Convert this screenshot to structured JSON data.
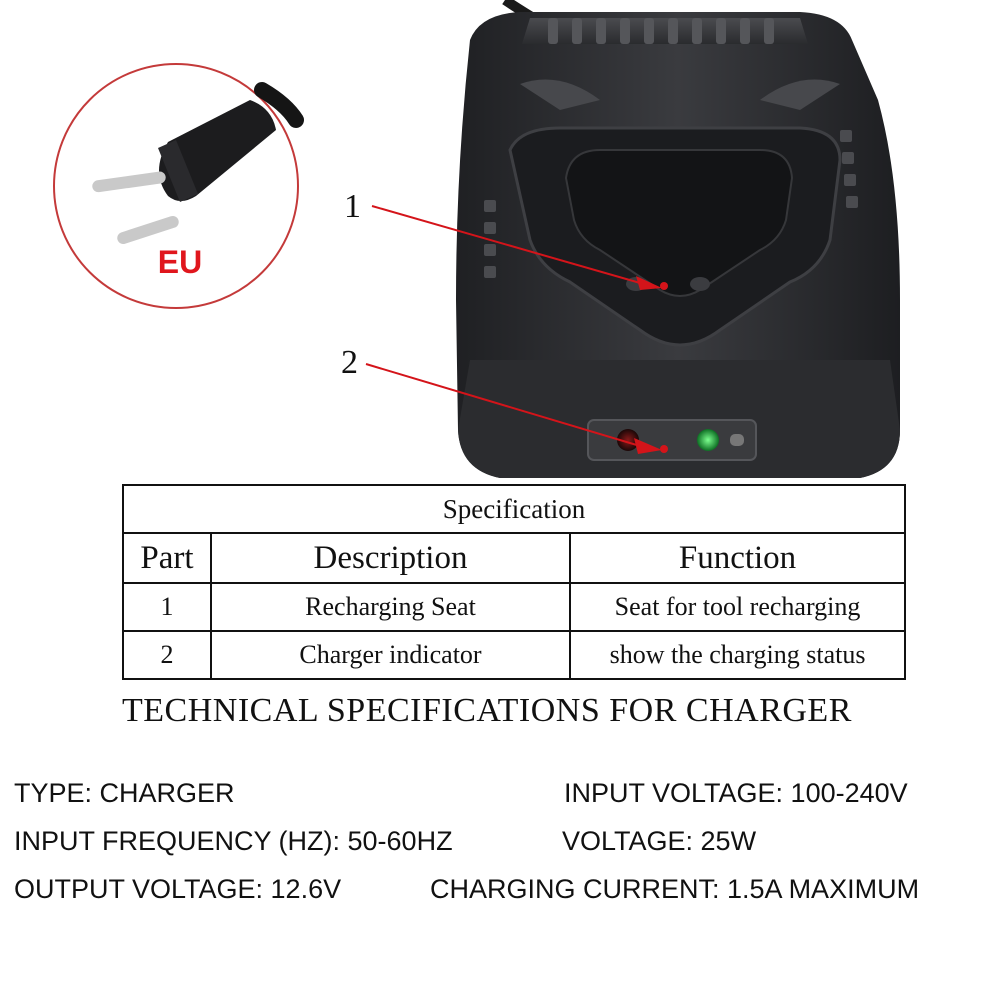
{
  "plug": {
    "label": "EU"
  },
  "callouts": [
    {
      "label": "1"
    },
    {
      "label": "2"
    }
  ],
  "spec_table": {
    "title": "Specification",
    "headers": [
      "Part",
      "Description",
      "Function"
    ],
    "rows": [
      [
        "1",
        "Recharging Seat",
        "Seat for tool recharging"
      ],
      [
        "2",
        "Charger indicator",
        "show the charging status"
      ]
    ]
  },
  "technical": {
    "title": "TECHNICAL SPECIFICATIONS FOR CHARGER",
    "items": [
      "TYPE: CHARGER",
      "INPUT VOLTAGE: 100-240V",
      "INPUT FREQUENCY (HZ): 50-60HZ",
      "VOLTAGE: 25W",
      "OUTPUT VOLTAGE: 12.6V",
      "CHARGING CURRENT: 1.5A MAXIMUM"
    ]
  },
  "colors": {
    "accent_red": "#e0161d",
    "charger_body": "#2c2d30",
    "led_green": "#1fa83a"
  }
}
